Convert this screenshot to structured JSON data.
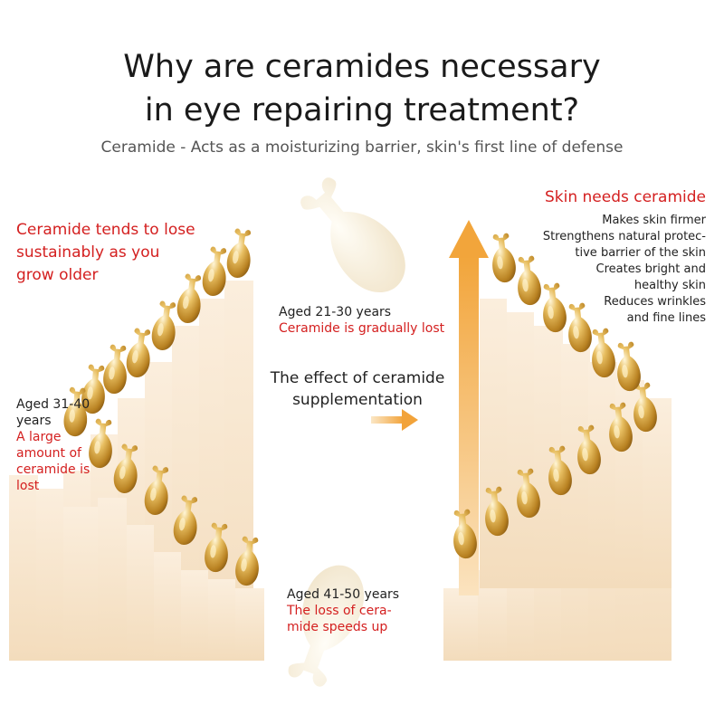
{
  "header": {
    "title_line1": "Why are ceramides necessary",
    "title_line2": "in eye repairing treatment?",
    "subtitle": "Ceramide - Acts as a moisturizing barrier, skin's first line of defense"
  },
  "left": {
    "heading_lines": [
      "Ceramide tends to lose",
      "sustainably as you",
      "grow older"
    ],
    "age_31_40": {
      "age_lines": [
        "Aged 31-40",
        "years"
      ],
      "desc_lines": [
        "A large",
        "amount of",
        "ceramide is",
        "lost"
      ]
    }
  },
  "center": {
    "age_21_30": {
      "age": "Aged 21-30 years",
      "desc": "Ceramide is gradually lost"
    },
    "effect_lines": [
      "The effect of ceramide",
      "supplementation"
    ],
    "age_41_50": {
      "age": "Aged 41-50 years",
      "desc_lines": [
        "The loss of cera-",
        "mide speeds up"
      ]
    }
  },
  "right": {
    "heading": "Skin needs ceramide",
    "benefits": [
      "Makes skin firmer",
      "Strengthens natural protec-",
      "tive barrier of the skin",
      "Creates bright and",
      "healthy skin",
      "Reduces wrinkles",
      "and fine lines"
    ]
  },
  "colors": {
    "accent_red": "#d42020",
    "capsule_gold": "#c8952f",
    "bar_fill": "#f6e4c9",
    "arrow_orange": "#f0a63a"
  }
}
